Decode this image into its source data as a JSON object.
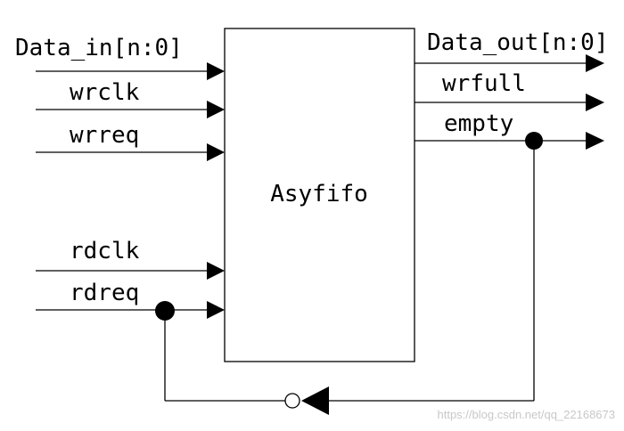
{
  "block": {
    "name": "Asyfifo"
  },
  "inputs": {
    "data_in": "Data_in[n:0]",
    "wrclk": "wrclk",
    "wrreq": "wrreq",
    "rdclk": "rdclk",
    "rdreq": "rdreq"
  },
  "outputs": {
    "data_out": "Data_out[n:0]",
    "wrfull": "wrfull",
    "empty": "empty"
  },
  "watermark": "https://blog.csdn.net/qq_22168673"
}
